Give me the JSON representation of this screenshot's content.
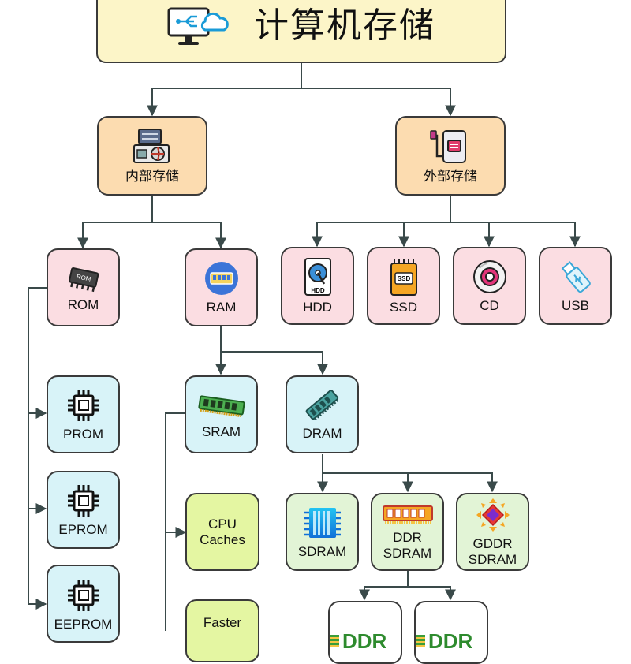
{
  "title": "计算机存储",
  "nodes": {
    "internal": "内部存储",
    "external": "外部存储",
    "rom": "ROM",
    "ram": "RAM",
    "hdd": "HDD",
    "ssd": "SSD",
    "cd": "CD",
    "usb": "USB",
    "prom": "PROM",
    "eprom": "EPROM",
    "eeprom": "EEPROM",
    "sram": "SRAM",
    "dram": "DRAM",
    "cpu_caches": [
      "CPU",
      "Caches"
    ],
    "faster": "Faster",
    "sdram": "SDRAM",
    "ddr_sdram": [
      "DDR",
      "SDRAM"
    ],
    "gddr_sdram": [
      "GDDR",
      "SDRAM"
    ],
    "ddr_child_1": "DDR",
    "ddr_child_2": "DDR"
  },
  "colors": {
    "title_fill": "#fcf5c8",
    "storage_fill": "#fcdcb0",
    "device_fill": "#fbdde2",
    "memory_type_fill": "#d8f3f8",
    "feature_fill": "#e4f6a2",
    "edge": "#3a4a4a"
  },
  "icons": {
    "title": "computer-cloud-icon",
    "internal": "server-motherboard-icon",
    "external": "external-drive-icon",
    "rom": "rom-chip-icon",
    "ram": "ram-module-icon",
    "hdd": "hard-disk-icon",
    "ssd": "ssd-icon",
    "cd": "optical-disc-icon",
    "usb": "usb-drive-icon",
    "prom": "microchip-icon",
    "eprom": "microchip-icon",
    "eeprom": "microchip-icon",
    "sram": "memory-stick-icon",
    "dram": "memory-stick-icon",
    "sdram": "memory-chip-icon",
    "ddr_sdram": "ddr-module-icon",
    "gddr_sdram": "gpu-chip-icon",
    "ddr_child": "ddr-label-icon"
  }
}
